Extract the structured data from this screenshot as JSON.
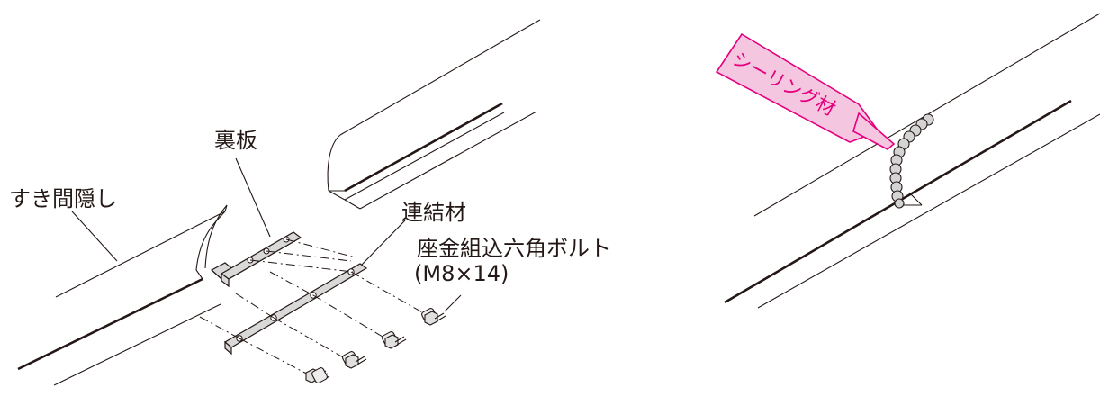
{
  "labels": {
    "sukima_kakushi": "すき間隠し",
    "urаita": "裏板",
    "renketsuzai": "連結材",
    "bolt_name": "座金組込六角ボルト",
    "bolt_size": "(M8×14)",
    "sealing": "シーリング材"
  },
  "colors": {
    "line": "#231815",
    "plate_fill": "#d9d9d9",
    "bead_fill": "#d4d4d4",
    "tube_fill": "#f5c6e0",
    "tube_stroke": "#e4007f",
    "tube_text": "#e4007f"
  }
}
